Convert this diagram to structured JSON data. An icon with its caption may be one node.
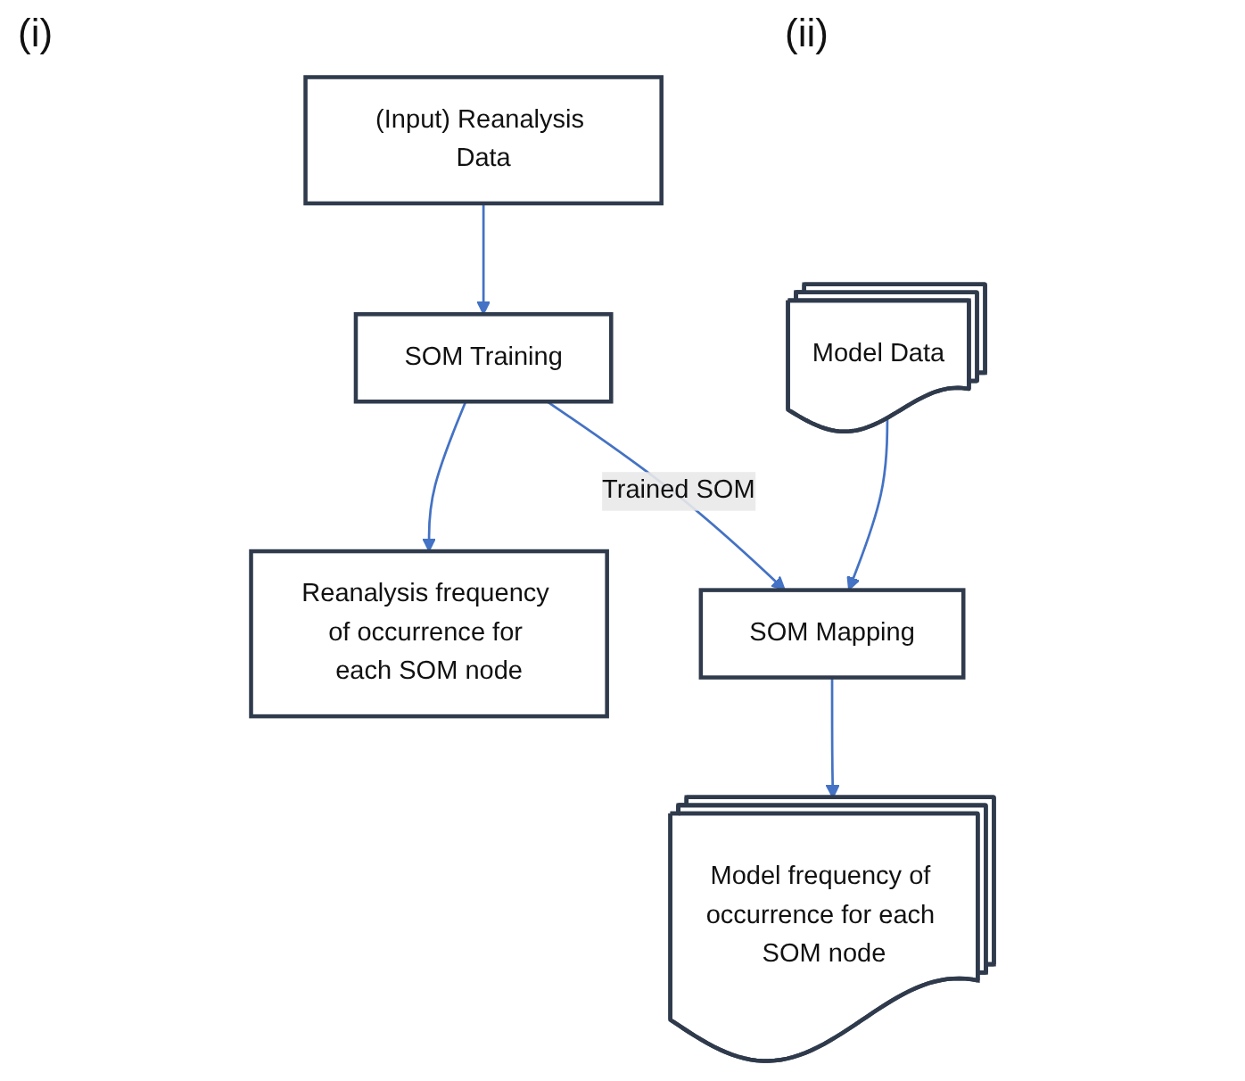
{
  "diagram": {
    "nodes": [
      {
        "text": [
          "(Input) Reanalysis Data"
        ]
      },
      {
        "text": [
          "SOM Training"
        ]
      },
      {
        "text": [
          "Reanalysis frequency of occurrence for each SOM node"
        ]
      },
      {
        "text": [
          "Model Data"
        ]
      },
      {
        "text": [
          "SOM Mapping"
        ]
      },
      {
        "text": [
          "Model frequency of occurrence for each SOM node"
        ]
      }
    ],
    "edges": [
      {
        "from": 0,
        "to": 1,
        "arrow": "to"
      },
      {
        "from": 1,
        "to": 2,
        "arrow": "to"
      },
      {
        "from": 1,
        "to": 4,
        "arrow": "to",
        "label": "Trained SOM"
      },
      {
        "from": 3,
        "to": 4,
        "arrow": "to"
      },
      {
        "from": 4,
        "to": 5,
        "arrow": "to"
      }
    ],
    "labels": [
      "(i)",
      "(ii)"
    ]
  }
}
